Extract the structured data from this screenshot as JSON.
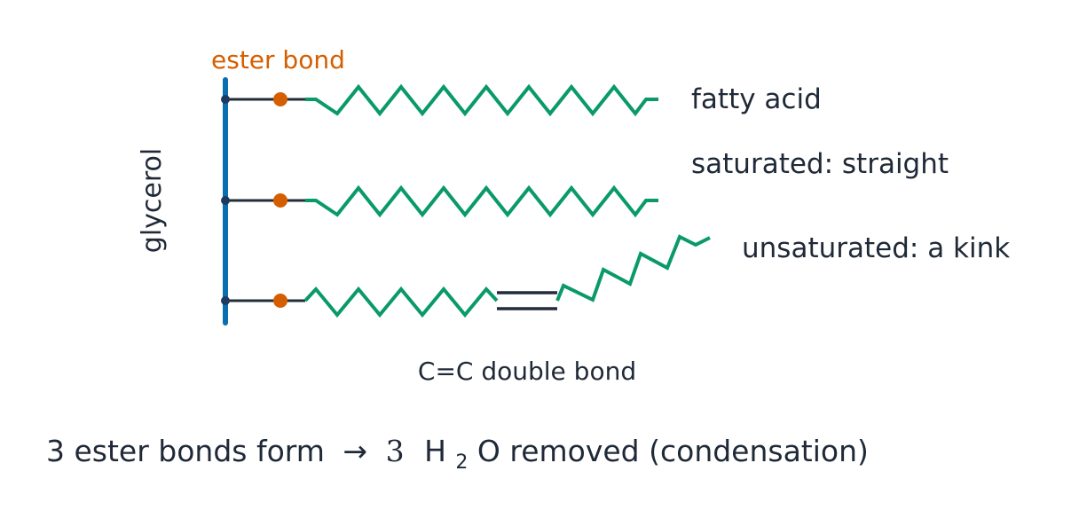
{
  "labels": {
    "ester_bond": "ester bond",
    "glycerol": "glycerol",
    "fatty_acid": "fatty acid",
    "saturated": "saturated: straight",
    "unsaturated": "unsaturated: a kink",
    "double_bond": "C=C double bond"
  },
  "caption": {
    "lead": "3 ester bonds form",
    "arrow": "→",
    "count": "3",
    "h": "H",
    "sub": "2",
    "rest": "O removed (condensation)"
  },
  "colors": {
    "glycerol": "#0a6fb0",
    "ester_dot": "#d55e00",
    "ester_text": "#d55e00",
    "chain": "#0a9a6a",
    "bond": "#222c3a",
    "text": "#1f2937"
  }
}
